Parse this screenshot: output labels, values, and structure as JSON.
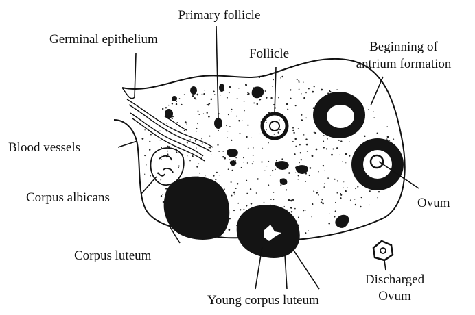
{
  "labels": {
    "primary_follicle": "Primary follicle",
    "germinal_epithelium": "Germinal epithelium",
    "follicle": "Follicle",
    "antrium_line1": "Beginning of",
    "antrium_line2": "antrium formation",
    "blood_vessels": "Blood vessels",
    "corpus_albicans": "Corpus albicans",
    "ovum": "Ovum",
    "corpus_luteum": "Corpus luteum",
    "discharged_line1": "Discharged",
    "discharged_line2": "Ovum",
    "young_corpus_luteum": "Young corpus luteum"
  },
  "colors": {
    "ink": "#111111",
    "background": "#ffffff"
  }
}
